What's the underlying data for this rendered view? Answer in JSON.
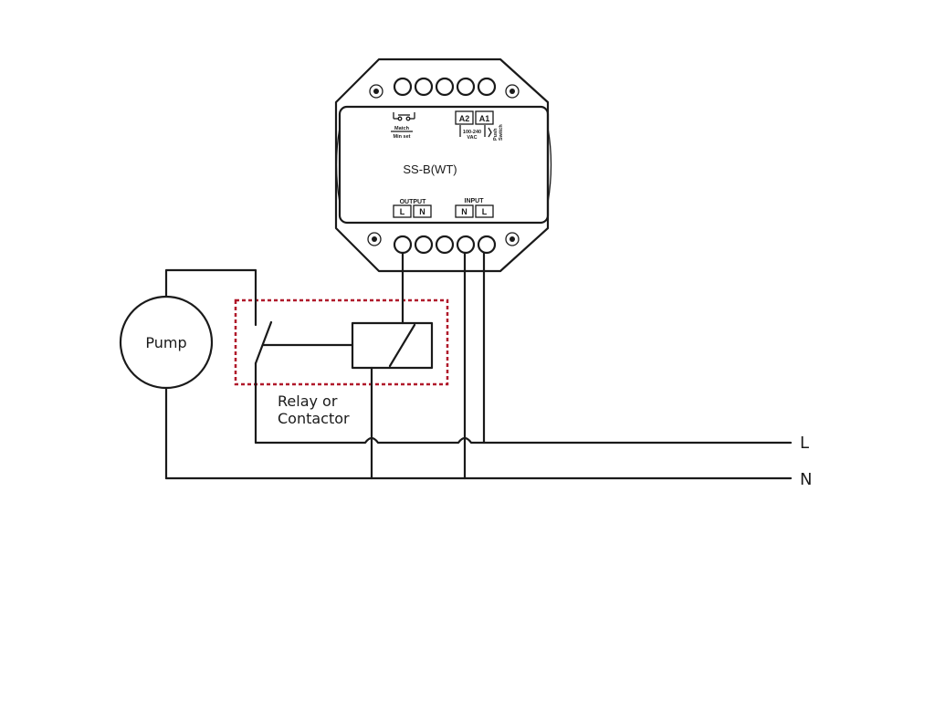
{
  "device": {
    "model": "SS-B(WT)",
    "match_label": "Match",
    "min_set_label": "Min set",
    "a2_label": "A2",
    "a1_label": "A1",
    "voltage_line1": "100-240",
    "voltage_line2": "VAC",
    "push_label": "Push",
    "switch_label": "Switch",
    "output_label": "OUTPUT",
    "output_l": "L",
    "output_n": "N",
    "input_label": "INPUT",
    "input_n": "N",
    "input_l": "L"
  },
  "pump": {
    "label": "Pump"
  },
  "relay": {
    "line1": "Relay or",
    "line2": "Contactor",
    "highlight_color": "#b0182a"
  },
  "lines": {
    "l_label": "L",
    "n_label": "N"
  }
}
